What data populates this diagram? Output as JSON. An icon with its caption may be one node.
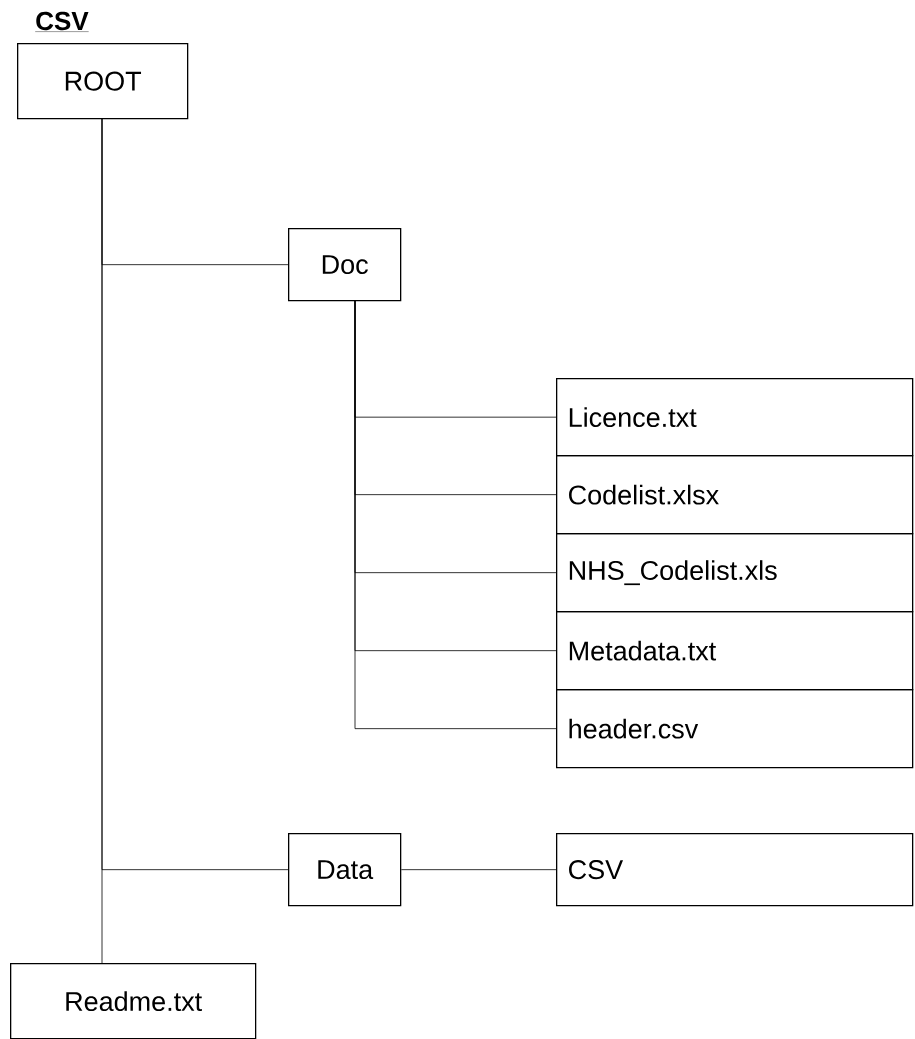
{
  "diagram": {
    "title": "CSV",
    "nodes": [
      {
        "text": [
          "ROOT"
        ]
      },
      {
        "text": [
          "Doc"
        ]
      },
      {
        "text": [
          "Licence.txt"
        ]
      },
      {
        "text": [
          "Codelist.xlsx"
        ]
      },
      {
        "text": [
          "NHS_Codelist.xls"
        ]
      },
      {
        "text": [
          "Metadata.txt"
        ]
      },
      {
        "text": [
          "header.csv"
        ]
      },
      {
        "text": [
          "Data"
        ]
      },
      {
        "text": [
          "CSV"
        ]
      },
      {
        "text": [
          "Readme.txt"
        ]
      }
    ],
    "edges": [
      {
        "from": 0,
        "to": 1,
        "arrow": "none"
      },
      {
        "from": 1,
        "to": 2,
        "arrow": "none"
      },
      {
        "from": 1,
        "to": 3,
        "arrow": "none"
      },
      {
        "from": 1,
        "to": 4,
        "arrow": "none"
      },
      {
        "from": 1,
        "to": 5,
        "arrow": "none"
      },
      {
        "from": 1,
        "to": 6,
        "arrow": "none"
      },
      {
        "from": 0,
        "to": 7,
        "arrow": "none"
      },
      {
        "from": 7,
        "to": 8,
        "arrow": "none"
      },
      {
        "from": 0,
        "to": 9,
        "arrow": "none"
      }
    ]
  }
}
